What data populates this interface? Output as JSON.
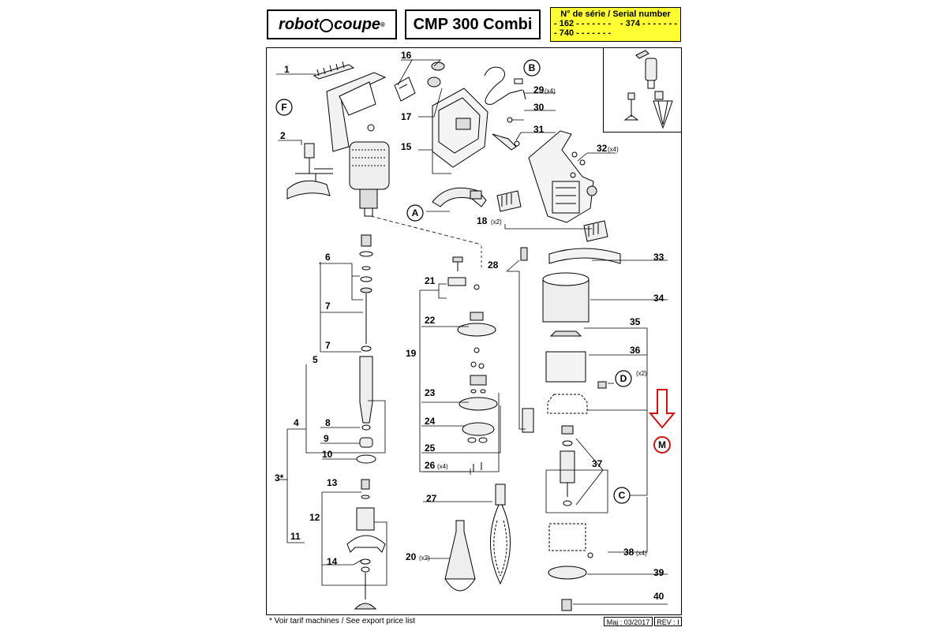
{
  "header": {
    "brand_left": "robot",
    "brand_right": "coupe",
    "brand_mark": "®",
    "model": "CMP 300 Combi",
    "serial_title": "N° de série / Serial number",
    "serial_1": "- 162 - - - - -   - -",
    "serial_2": "- 374 - - - - -   - -",
    "serial_3": "- 740 - - - - -   - -"
  },
  "parts": [
    {
      "id": "1",
      "label": "1"
    },
    {
      "id": "2",
      "label": "2"
    },
    {
      "id": "3",
      "label": "3*"
    },
    {
      "id": "4",
      "label": "4"
    },
    {
      "id": "5",
      "label": "5"
    },
    {
      "id": "6",
      "label": "6"
    },
    {
      "id": "7a",
      "label": "7"
    },
    {
      "id": "7b",
      "label": "7"
    },
    {
      "id": "8",
      "label": "8"
    },
    {
      "id": "9",
      "label": "9"
    },
    {
      "id": "10",
      "label": "10"
    },
    {
      "id": "11",
      "label": "11"
    },
    {
      "id": "12",
      "label": "12"
    },
    {
      "id": "13",
      "label": "13"
    },
    {
      "id": "14",
      "label": "14"
    },
    {
      "id": "15",
      "label": "15"
    },
    {
      "id": "16",
      "label": "16"
    },
    {
      "id": "17",
      "label": "17"
    },
    {
      "id": "18",
      "label": "18"
    },
    {
      "id": "19",
      "label": "19"
    },
    {
      "id": "20",
      "label": "20"
    },
    {
      "id": "21",
      "label": "21"
    },
    {
      "id": "22",
      "label": "22"
    },
    {
      "id": "23",
      "label": "23"
    },
    {
      "id": "24",
      "label": "24"
    },
    {
      "id": "25",
      "label": "25"
    },
    {
      "id": "26",
      "label": "26"
    },
    {
      "id": "27",
      "label": "27"
    },
    {
      "id": "28",
      "label": "28"
    },
    {
      "id": "29",
      "label": "29"
    },
    {
      "id": "30",
      "label": "30"
    },
    {
      "id": "31",
      "label": "31"
    },
    {
      "id": "32",
      "label": "32"
    },
    {
      "id": "33",
      "label": "33"
    },
    {
      "id": "34",
      "label": "34"
    },
    {
      "id": "35",
      "label": "35"
    },
    {
      "id": "36",
      "label": "36"
    },
    {
      "id": "37",
      "label": "37"
    },
    {
      "id": "38",
      "label": "38"
    },
    {
      "id": "39",
      "label": "39"
    },
    {
      "id": "40",
      "label": "40"
    }
  ],
  "quantities": {
    "q18": "(x2)",
    "q20": "(x2)",
    "q26": "(x4)",
    "q29": "(x4)",
    "q32": "(x4)",
    "qD": "(x2)",
    "q38": "(x4)"
  },
  "circles": {
    "A": "A",
    "B": "B",
    "C": "C",
    "D": "D",
    "F": "F",
    "M": "M"
  },
  "colors": {
    "highlight": "#cc1111",
    "serial_bg": "#ffff33"
  },
  "footer": {
    "note": "* Voir tarif machines / See export price list",
    "maj": "Maj : 03/2017",
    "rev": "REV : I"
  }
}
